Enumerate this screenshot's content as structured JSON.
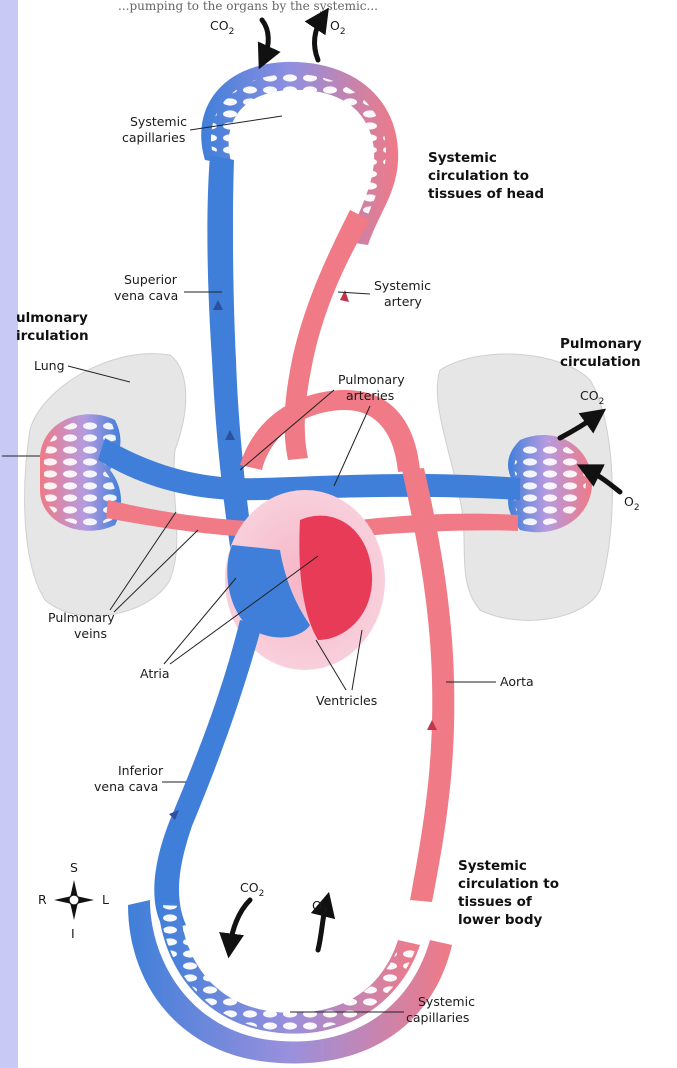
{
  "caption_fragment": "...pumping to the organs by the systemic...",
  "colors": {
    "deoxygenated": "#3f7fd9",
    "oxygenated": "#f07a86",
    "lung_fill": "#e4e4e4",
    "sidebar": "#c9c9f5"
  },
  "labels": {
    "co2_top": "CO",
    "o2_top": "O",
    "systemic_capillaries_top": [
      "Systemic",
      "capillaries"
    ],
    "systemic_head": [
      "Systemic",
      "circulation to",
      "tissues of head"
    ],
    "superior_vena_cava": [
      "Superior",
      "vena cava"
    ],
    "systemic_artery": [
      "Systemic",
      "artery"
    ],
    "pulmonary_circulation_left": [
      "ulmonary",
      "irculation"
    ],
    "lung": "Lung",
    "pulmonary_arteries": [
      "Pulmonary",
      "arteries"
    ],
    "pulmonary_circulation_right": [
      "Pulmonary",
      "circulation"
    ],
    "co2_right": "CO",
    "o2_right": "O",
    "pulmonary_veins": [
      "Pulmonary",
      "veins"
    ],
    "atria": "Atria",
    "ventricles": "Ventricles",
    "aorta": "Aorta",
    "inferior_vena_cava": [
      "Inferior",
      "vena cava"
    ],
    "systemic_lower": [
      "Systemic",
      "circulation to",
      "tissues of",
      "lower body"
    ],
    "co2_bottom": "CO",
    "o2_bottom": "O",
    "systemic_capillaries_bottom": [
      "Systemic",
      "capillaries"
    ],
    "subscript_2": "2"
  },
  "compass": {
    "s": "S",
    "i": "I",
    "r": "R",
    "l": "L"
  }
}
